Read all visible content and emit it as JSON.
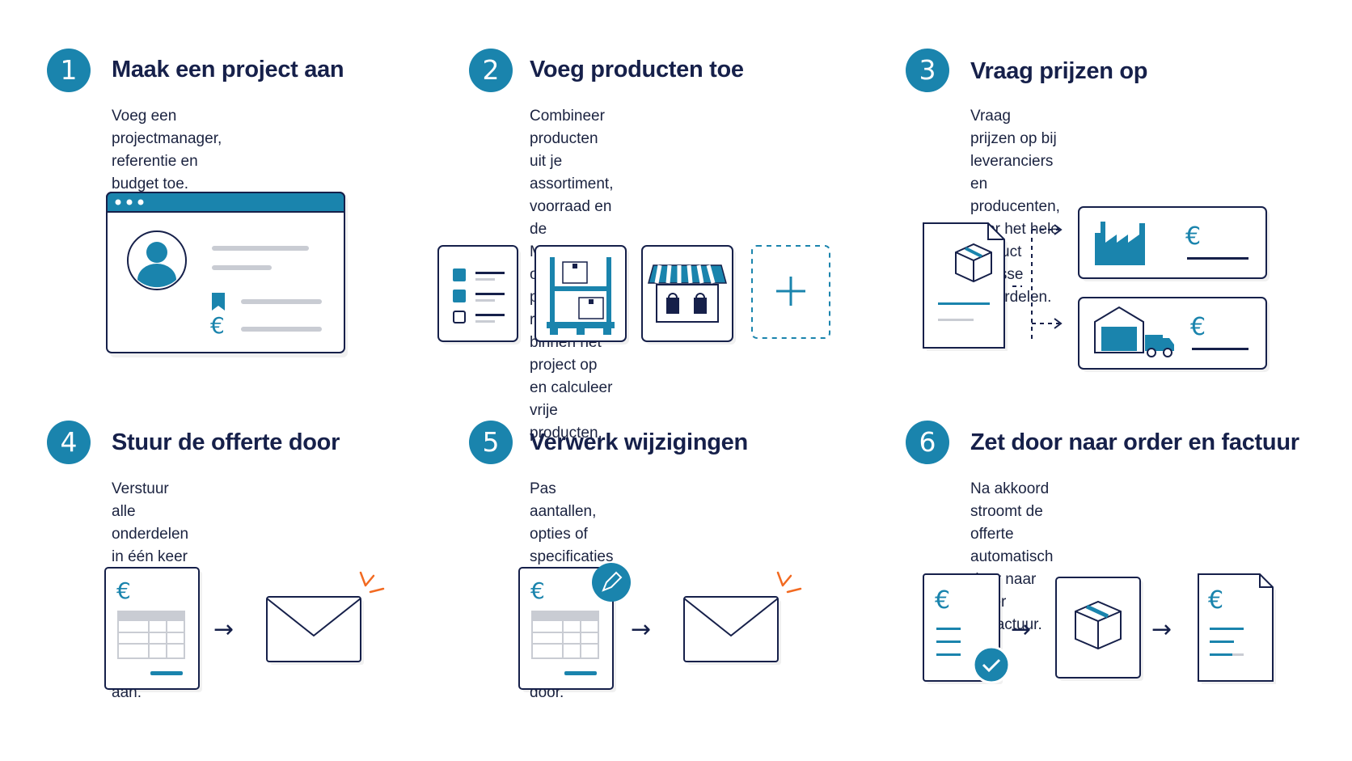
{
  "steps": [
    {
      "number": "1",
      "title": "Maak een project aan",
      "description": "Voeg een projectmanager,\nreferentie en budget toe."
    },
    {
      "number": "2",
      "title": "Voeg producten toe",
      "description": "Combineer producten uit je assortiment,\nvoorraad en de Marktplaats, of bouw\nproducten rechtstreeks binnen het\nproject op en calculeer vrije producten."
    },
    {
      "number": "3",
      "title": "Vraag prijzen op",
      "description": "Vraag prijzen op bij leveranciers en\nproducenten, voor het hele product\nof losse onderdelen."
    },
    {
      "number": "4",
      "title": "Stuur de offerte door",
      "description": "Verstuur alle onderdelen in één keer\nals offerte en pas eventueel de\nmarges aan."
    },
    {
      "number": "5",
      "title": "Verwerk wijzigingen",
      "description": "Pas aantallen, opties of specificaties\naan en stuur een aangepaste offerte\nopnieuw door."
    },
    {
      "number": "6",
      "title": "Zet door naar order en factuur",
      "description": "Na akkoord stroomt de offerte\nautomatisch door naar order\nen factuur."
    }
  ],
  "symbols": {
    "euro": "€",
    "plus": "+",
    "arrow": "→"
  },
  "colors": {
    "accent": "#1a84ad",
    "navy": "#16204a",
    "gray": "#c9ccd3",
    "orange": "#f26a21"
  }
}
